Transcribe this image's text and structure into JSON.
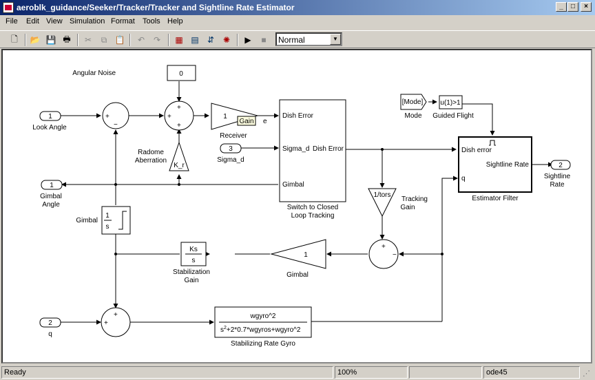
{
  "window": {
    "title": "aeroblk_guidance/Seeker/Tracker/Tracker and Sightline Rate Estimator"
  },
  "menu": [
    "File",
    "Edit",
    "View",
    "Simulation",
    "Format",
    "Tools",
    "Help"
  ],
  "toolbar": {
    "sim_mode": "Normal"
  },
  "diagram": {
    "angular_noise_label": "Angular Noise",
    "angular_noise_value": "0",
    "look_angle_num": "1",
    "look_angle": "Look Angle",
    "gimbal_angle_num": "1",
    "gimbal_angle_l1": "Gimbal",
    "gimbal_angle_l2": "Angle",
    "q_num": "2",
    "q": "q",
    "sigma_num": "3",
    "sigma": "Sigma_d",
    "radome_l1": "Radome",
    "radome_l2": "Aberration",
    "kr": "K_r",
    "receiver_gain": "1",
    "receiver": "Receiver",
    "gain_tip": "Gain",
    "e_label": "e",
    "switch_in1": "Dish Error",
    "switch_in2": "Sigma_d",
    "switch_in3": "Gimbal",
    "switch_out": "Dish Error",
    "switch_l1": "Switch to Closed",
    "switch_l2": "Loop Tracking",
    "mode_tag": "[Mode]",
    "mode": "Mode",
    "fcn": "u(1)>1",
    "guided": "Guided Flight",
    "est_in1": "Dish error",
    "est_in2": "q",
    "est_out": "Sightline Rate",
    "est_name": "Estimator Filter",
    "out_num": "2",
    "out_l1": "Sightline",
    "out_l2": "Rate",
    "tors": "1/tors",
    "tracking_l1": "Tracking",
    "tracking_l2": "Gain",
    "int_num": "1",
    "int_den": "s",
    "gimbal_int": "Gimbal",
    "ks_num": "Ks",
    "ks_den": "s",
    "stab_l1": "Stabilization",
    "stab_l2": "Gain",
    "gimbal_gain": "1",
    "gimbal_gain_label": "Gimbal",
    "tf_num": "wgyro^2",
    "tf_den_a": "s",
    "tf_den_exp": "2",
    "tf_den_b": "+2*0.7*wgyros+wgyro^2",
    "tf_name": "Stabilizing Rate Gyro",
    "plus": "+",
    "minus": "−"
  },
  "status": {
    "state": "Ready",
    "zoom": "100%",
    "solver": "ode45"
  }
}
